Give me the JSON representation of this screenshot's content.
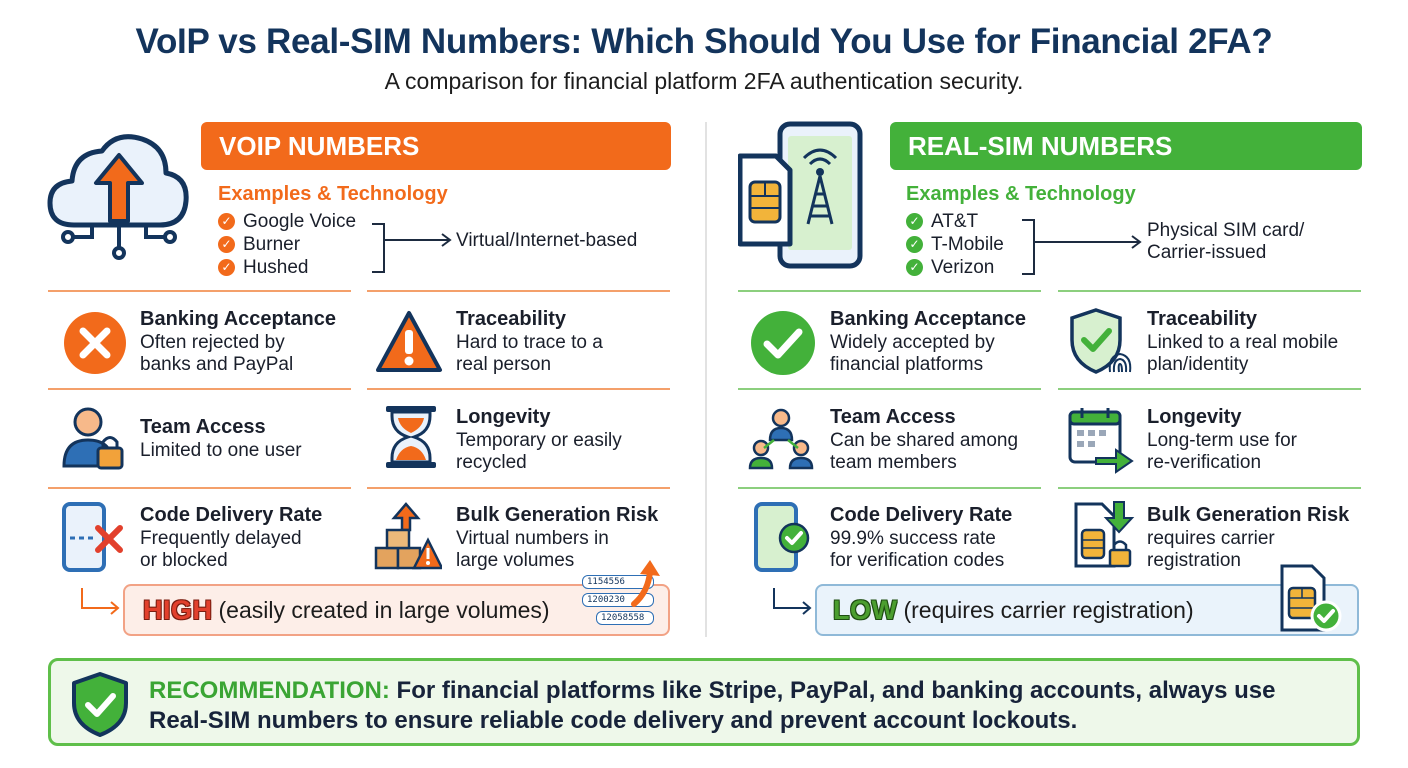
{
  "title": "VoIP vs Real-SIM Numbers: Which Should You Use for Financial 2FA?",
  "subtitle": "A comparison for financial platform 2FA authentication security.",
  "colors": {
    "voip": "#f26a1b",
    "sim": "#43b13a",
    "navy": "#13345c",
    "risk_high": "#e2402c",
    "risk_low": "#4b9e2f"
  },
  "voip": {
    "header": "VOIP NUMBERS",
    "examples_title": "Examples & Technology",
    "examples": [
      "Google Voice",
      "Burner",
      "Hushed"
    ],
    "examples_result": "Virtual/Internet-based",
    "cells": {
      "banking": {
        "title": "Banking Acceptance",
        "desc": "Often rejected by\nbanks and PayPal",
        "icon": "x-circle-icon"
      },
      "trace": {
        "title": "Traceability",
        "desc": "Hard to trace to a\nreal person",
        "icon": "warning-icon"
      },
      "team": {
        "title": "Team Access",
        "desc": "Limited to one user",
        "icon": "locked-user-icon"
      },
      "longevity": {
        "title": "Longevity",
        "desc": "Temporary or easily\nrecycled",
        "icon": "hourglass-icon"
      },
      "delivery": {
        "title": "Code Delivery Rate",
        "desc": "Frequently delayed\nor blocked",
        "icon": "phone-blocked-icon"
      },
      "bulk": {
        "title": "Bulk Generation Risk",
        "desc": "Virtual numbers in\nlarge volumes",
        "icon": "boxes-warning-icon"
      }
    },
    "risk_level": "HIGH",
    "risk_text": "(easily created in large volumes)",
    "number_tags": [
      "1154556",
      "1200230",
      "12058558"
    ]
  },
  "sim": {
    "header": "REAL-SIM NUMBERS",
    "examples_title": "Examples & Technology",
    "examples": [
      "AT&T",
      "T-Mobile",
      "Verizon"
    ],
    "examples_result": "Physical SIM card/\nCarrier-issued",
    "cells": {
      "banking": {
        "title": "Banking Acceptance",
        "desc": "Widely accepted by\nfinancial platforms",
        "icon": "check-circle-icon"
      },
      "trace": {
        "title": "Traceability",
        "desc": "Linked to a real mobile\nplan/identity",
        "icon": "shield-fingerprint-icon"
      },
      "team": {
        "title": "Team Access",
        "desc": "Can be shared among\nteam members",
        "icon": "team-icon"
      },
      "longevity": {
        "title": "Longevity",
        "desc": "Long-term use for\nre-verification",
        "icon": "calendar-arrow-icon"
      },
      "delivery": {
        "title": "Code Delivery Rate",
        "desc": "99.9% success rate\nfor verification codes",
        "icon": "phone-check-icon"
      },
      "bulk": {
        "title": "Bulk Generation Risk",
        "desc": "requires carrier\nregistration",
        "icon": "sim-arrow-icon"
      }
    },
    "risk_level": "LOW",
    "risk_text": "(requires carrier registration)"
  },
  "recommendation": {
    "label": "RECOMMENDATION:",
    "text": "For financial platforms like Stripe, PayPal, and banking accounts, always use Real-SIM numbers to ensure reliable code delivery and prevent account lockouts."
  }
}
